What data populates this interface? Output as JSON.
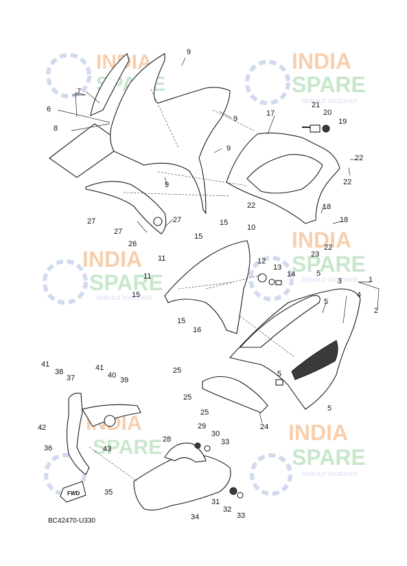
{
  "diagram_code": "BC42470-U330",
  "fwd_label": "FWD",
  "watermark": {
    "line1": "INDIA",
    "line2": "SPARE",
    "tagline": "REBUILD TOGETHER",
    "color_orange": "#f6c7a0",
    "color_green": "#bfe3c4",
    "color_blue": "#c9d3ec"
  },
  "callouts": {
    "c1": "1",
    "c2": "2",
    "c3": "3",
    "c4": "4",
    "c5a": "5",
    "c5b": "5",
    "c5c": "5",
    "c5d": "5",
    "c6": "6",
    "c7": "7",
    "c8": "8",
    "c9a": "9",
    "c9b": "9",
    "c9c": "9",
    "c9d": "9",
    "c10": "10",
    "c11a": "11",
    "c11b": "11",
    "c12": "12",
    "c13": "13",
    "c14": "14",
    "c15a": "15",
    "c15b": "15",
    "c15c": "15",
    "c15d": "15",
    "c16": "16",
    "c17": "17",
    "c18a": "18",
    "c18b": "18",
    "c19": "19",
    "c20": "20",
    "c21": "21",
    "c22a": "22",
    "c22b": "22",
    "c22c": "22",
    "c22d": "22",
    "c23": "23",
    "c24": "24",
    "c25a": "25",
    "c25b": "25",
    "c25c": "25",
    "c26": "26",
    "c27a": "27",
    "c27b": "27",
    "c27c": "27",
    "c28": "28",
    "c29": "29",
    "c30": "30",
    "c31": "31",
    "c32": "32",
    "c33a": "33",
    "c33b": "33",
    "c34": "34",
    "c35": "35",
    "c36": "36",
    "c37": "37",
    "c38": "38",
    "c39": "39",
    "c40": "40",
    "c41a": "41",
    "c41b": "41",
    "c42": "42",
    "c43": "43"
  }
}
